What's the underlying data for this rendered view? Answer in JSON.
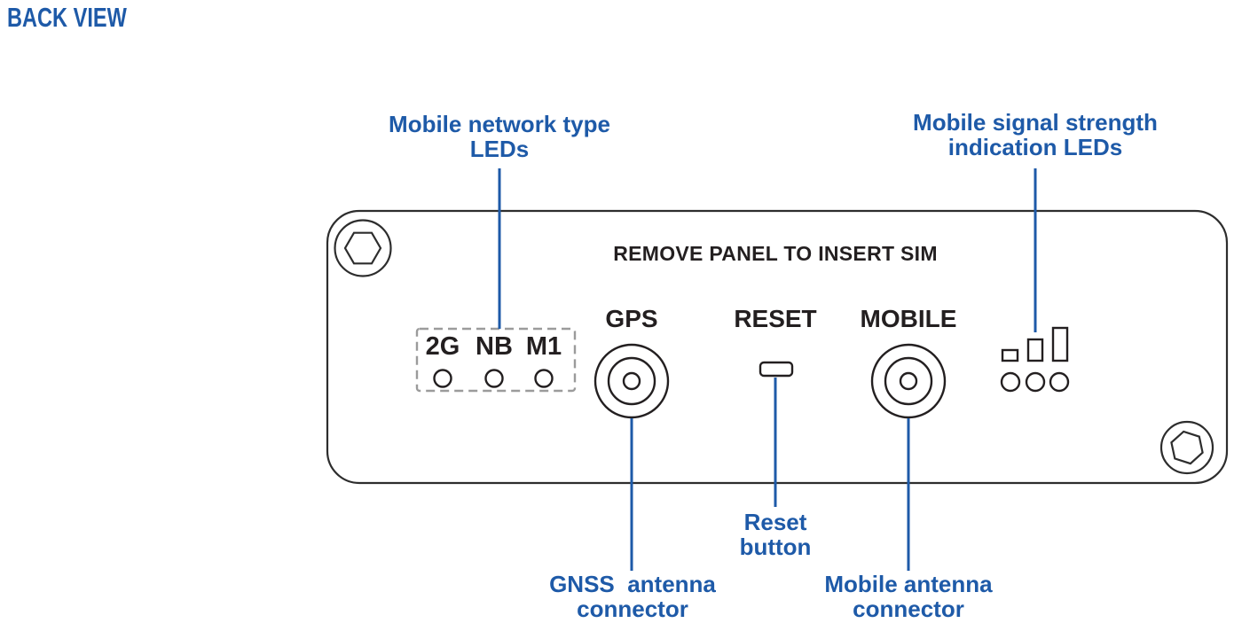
{
  "title": "BACK VIEW",
  "colors": {
    "accent_blue": "#1E5AA8",
    "ink": "#231F20",
    "panel_outline": "#2D2D2D",
    "dashed_box_gray": "#9B9B9B"
  },
  "panel": {
    "sim_notice": "REMOVE PANEL TO INSERT SIM",
    "gps_connector_label": "GPS",
    "reset_label": "RESET",
    "mobile_connector_label": "MOBILE",
    "network_type_led_labels": {
      "0": "2G",
      "1": "NB",
      "2": "M1"
    },
    "network_type_led_count": 3,
    "signal_strength_bar_count": 3,
    "signal_strength_led_count": 3,
    "screw_count": 2
  },
  "callouts": {
    "network_leds": {
      "lines": {
        "0": "Mobile network type",
        "1": "LEDs"
      }
    },
    "signal_leds": {
      "lines": {
        "0": "Mobile signal strength",
        "1": "indication LEDs"
      }
    },
    "reset_button": {
      "lines": {
        "0": "Reset",
        "1": "button"
      }
    },
    "gnss_connector": {
      "lines": {
        "0": "GNSS  antenna",
        "1": "connector"
      }
    },
    "mobile_connector": {
      "lines": {
        "0": "Mobile antenna",
        "1": "connector"
      }
    }
  }
}
